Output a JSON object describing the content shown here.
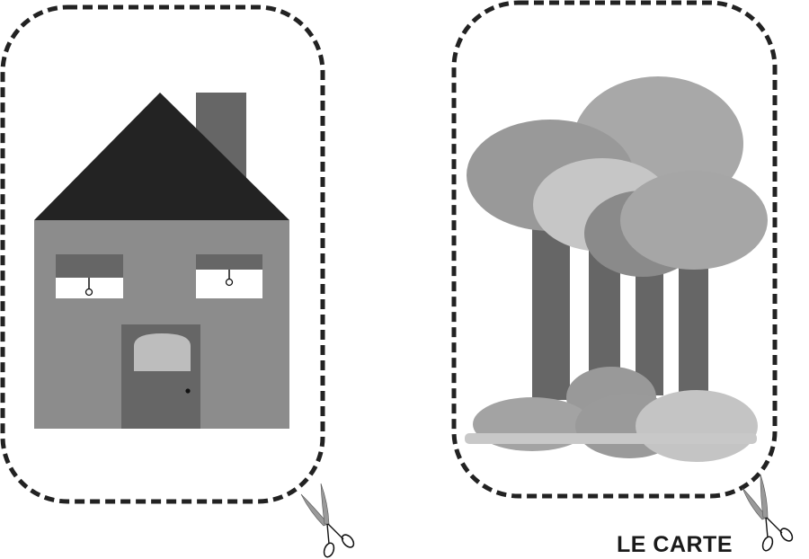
{
  "caption": "LE CARTE",
  "colors": {
    "outline": "#222222",
    "roof": "#232323",
    "wall": "#8c8c8c",
    "dark_gray": "#666666",
    "light_gray": "#c6c6c6"
  },
  "cards": [
    {
      "subject": "house",
      "cut_icon": "scissors-icon"
    },
    {
      "subject": "trees",
      "cut_icon": "scissors-icon"
    }
  ]
}
